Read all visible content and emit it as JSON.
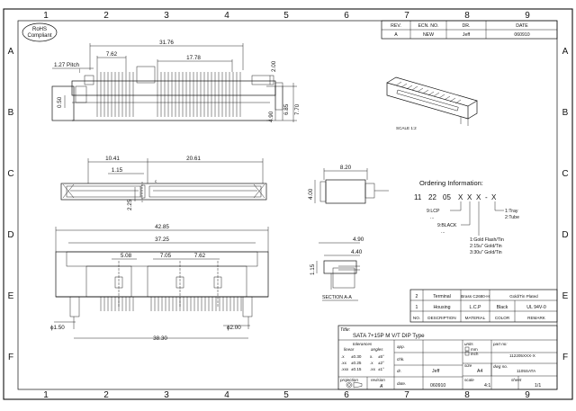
{
  "grid": {
    "columns": [
      "1",
      "2",
      "3",
      "4",
      "5",
      "6",
      "7",
      "8",
      "9"
    ],
    "rows": [
      "A",
      "B",
      "C",
      "D",
      "E",
      "F"
    ]
  },
  "rohs": [
    "RoHS",
    "Compliant"
  ],
  "revision_table": {
    "headers": [
      "REV.",
      "ECN. NO.",
      "DR.",
      "DATE"
    ],
    "row": [
      "A",
      "NEW",
      "Jeff",
      "060910"
    ]
  },
  "top_view": {
    "dims": {
      "overall": "31.76",
      "left_section": "7.62",
      "right_section": "17.78",
      "pitch": "1.27 Pitch",
      "height_total": "2.00",
      "h1": "4.90",
      "h2": "6.85",
      "h3": "7.70",
      "left_small": "0.50"
    },
    "scale_label": "SCALE 1:2"
  },
  "side_view": {
    "dims": {
      "a": "10.41",
      "b": "1.15",
      "c": "20.61",
      "d": "2.25"
    }
  },
  "end_view": {
    "dims": {
      "w": "8.20",
      "h": "4.00"
    }
  },
  "bottom_view": {
    "dims": {
      "overall": "42.85",
      "inner": "37.25",
      "a": "5.08",
      "b": "7.05",
      "c": "7.62",
      "hole_small": "ϕ1.50",
      "hole_large": "ϕ2.00",
      "base": "38.30"
    }
  },
  "section_view": {
    "dims": {
      "a": "4.90",
      "b": "4.40",
      "c": "1.15"
    },
    "label": "SECTION A-A"
  },
  "ordering": {
    "title": "Ordering Information:",
    "code": [
      "11",
      "22",
      "05",
      "X",
      "X",
      "X",
      "-",
      "X"
    ],
    "annotations": {
      "lcp": "9:LCP",
      "black": "9:BLACK",
      "plating": [
        "1:Gold Flash/Tin",
        "2:15u\" Gold/Tin",
        "3:30u\" Gold/Tin"
      ],
      "packing": [
        "1:Tray",
        "2:Tube"
      ],
      "ellipsis": "..."
    }
  },
  "material_table": {
    "rows": [
      {
        "no": "2",
        "desc": "Terminal",
        "material": "Brass C2680-H",
        "color": "",
        "remark": "Gold/Tin Plated"
      },
      {
        "no": "1",
        "desc": "Housing",
        "material": "L.C.P",
        "color": "Black",
        "remark": "UL 94V-0"
      }
    ],
    "headers": [
      "NO.",
      "DESCRIPTION",
      "MATERIAL",
      "COLOR",
      "REMARK"
    ]
  },
  "title_block": {
    "title_label": "Title:",
    "title": "SATA 7+15P M V/T DIP Type",
    "tolerances_label": "tolerances",
    "linear_label": "linear",
    "angles_label": "angles",
    "tolerances": [
      [
        ".x",
        "±0.30",
        "x.",
        "±5°"
      ],
      [
        ".xx",
        "±0.25",
        ".x",
        "±2°"
      ],
      [
        ".xxx",
        "±0.15",
        ".xx",
        "±1°"
      ]
    ],
    "projection_label": "projection",
    "revision_label": "revision",
    "revision": "A",
    "app_label": "app.",
    "chk_label": "chk.",
    "dr_label": "dr.",
    "dr": "Jeff",
    "date_label": "date.",
    "date": "060910",
    "units_label": "units",
    "unit_mm": "mm",
    "unit_inch": "inch",
    "size_label": "size",
    "size": "A4",
    "scale_label": "scale",
    "scale": "4:1",
    "sheet_label": "sheet",
    "sheet": "1/1",
    "part_no_label": "part no:",
    "part_no": "112205XXX-X",
    "dwg_no_label": "dwg no.",
    "dwg_no": "1105SATA"
  }
}
